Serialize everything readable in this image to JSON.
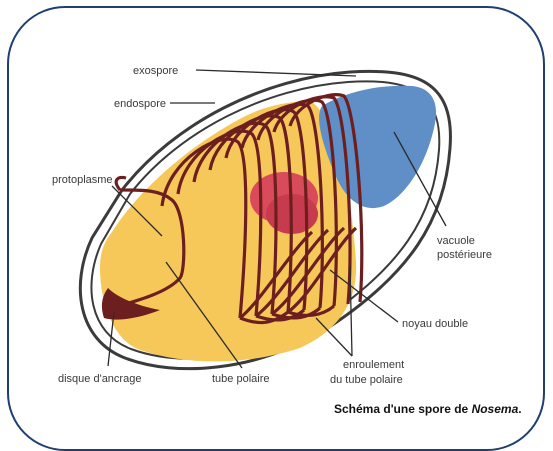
{
  "labels": {
    "exospore": "exospore",
    "endospore": "endospore",
    "protoplasme": "protoplasme",
    "vacuole_line1": "vacuole",
    "vacuole_line2": "postérieure",
    "noyau_double": "noyau double",
    "enroulement_line1": "enroulement",
    "enroulement_line2": "du tube polaire",
    "tube_polaire": "tube polaire",
    "disque": "disque d'ancrage"
  },
  "caption": {
    "prefix": "Schéma d'une spore de ",
    "genus": "Nosema",
    "suffix": "."
  },
  "colors": {
    "frame": "#1f3f73",
    "protoplasm": "#f6c85a",
    "vacuole": "#5f8fc6",
    "nucleus": "#d94a5a",
    "polar_tube": "#6d1f1f",
    "spore_wall": "#3b3b3b"
  }
}
